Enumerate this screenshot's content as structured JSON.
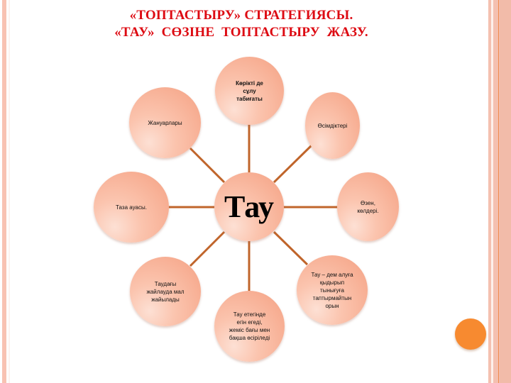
{
  "title": {
    "line1": "«ТОПТАСТЫРУ» СТРАТЕГИЯСЫ.",
    "line2": "«ТАУ»  СӨЗІНЕ  ТОПТАСТЫРУ  ЖАЗУ."
  },
  "diagram": {
    "center": "Тау",
    "nodes": [
      {
        "id": "top",
        "label": "Көрікті  де\nсұлу\nтабиғаты"
      },
      {
        "id": "top-right",
        "label": "Өсімдіктері"
      },
      {
        "id": "right",
        "label": "Өзен,\nкөлдері."
      },
      {
        "id": "bottom-right",
        "label": "Тау – дем алуға\nқыдырып\nтынығуға\nтаптырмайтын\nорын"
      },
      {
        "id": "bottom",
        "label": "Тау етегінде\nегін егеді,\nжеміс бағы мен\nбақша өсіріледі"
      },
      {
        "id": "bottom-left",
        "label": "Таудағы\nжайлауда мал\nжайылады"
      },
      {
        "id": "left",
        "label": "Таза  ауасы."
      },
      {
        "id": "top-left",
        "label": "Жануарлары"
      }
    ]
  },
  "colors": {
    "title": "#dd0a12",
    "bubble": "#f7ae93",
    "connector": "#c0652b",
    "accent_dot": "#f78a30",
    "border_stripe": "#f6bfae"
  }
}
